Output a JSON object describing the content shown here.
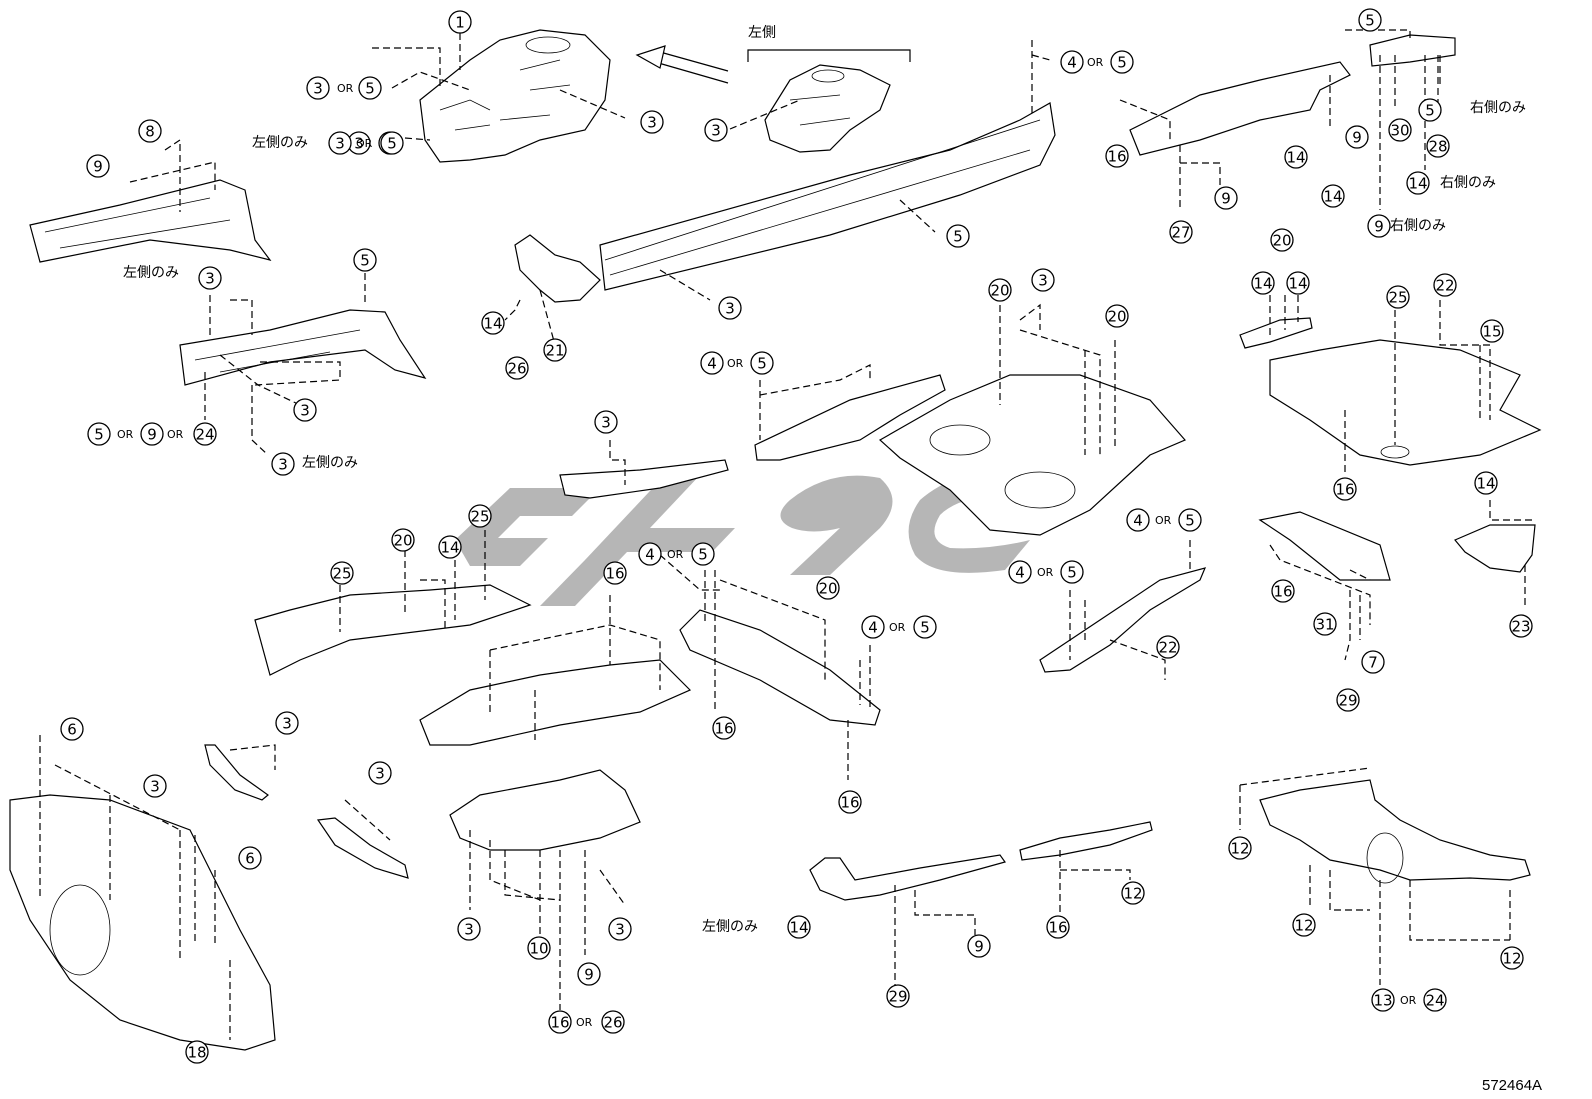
{
  "diagram": {
    "figure_code": "572464A",
    "text_left_side": "左側",
    "text_left_only": "左側のみ",
    "text_right_only": "右側のみ",
    "text_or": "OR"
  }
}
